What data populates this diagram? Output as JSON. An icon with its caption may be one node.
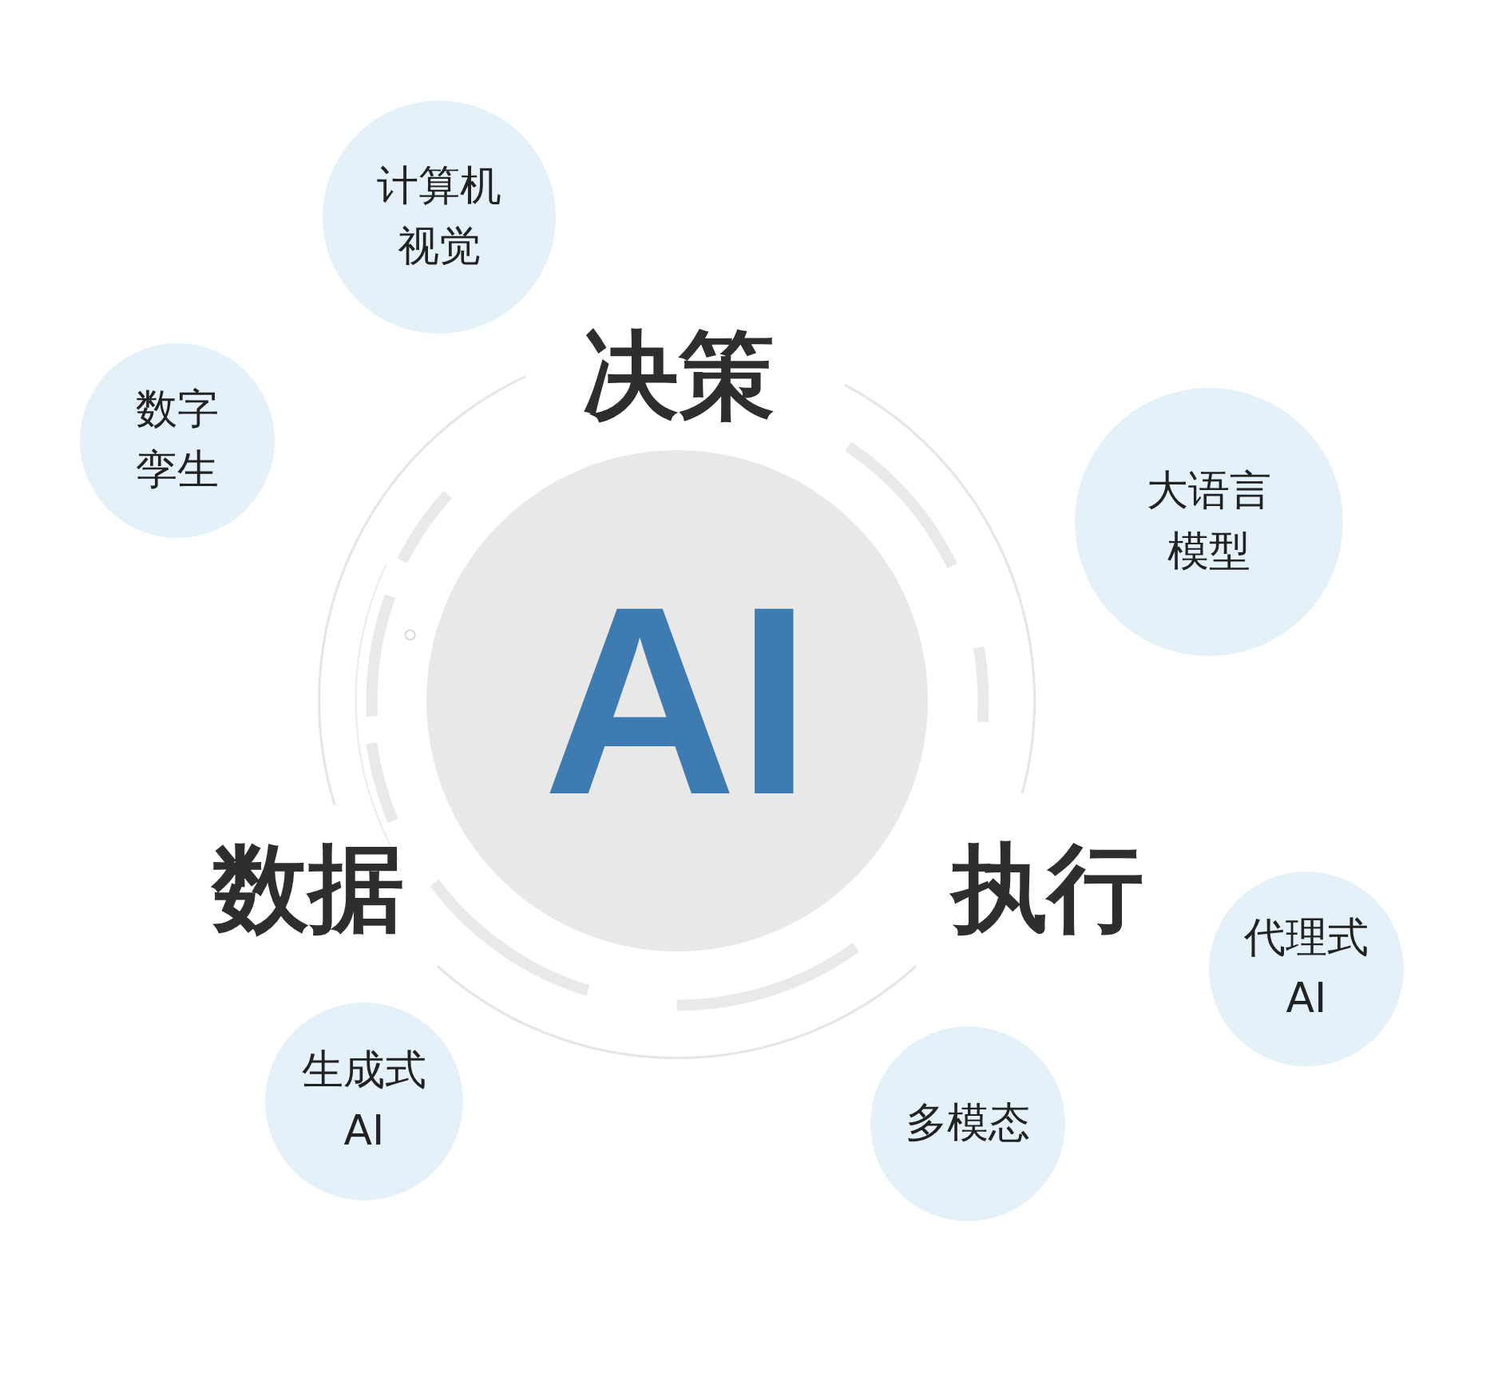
{
  "diagram": {
    "nodes": [
      {
        "text": [
          "计算机视觉"
        ]
      },
      {
        "text": [
          "数字孪生"
        ]
      },
      {
        "text": [
          "大语言模型"
        ]
      },
      {
        "text": [
          "AI"
        ]
      },
      {
        "text": [
          "代理式AI"
        ]
      },
      {
        "text": [
          "生成式AI"
        ]
      },
      {
        "text": [
          "多模态"
        ]
      }
    ],
    "labels": [
      "决策",
      "数据",
      "执行"
    ]
  }
}
